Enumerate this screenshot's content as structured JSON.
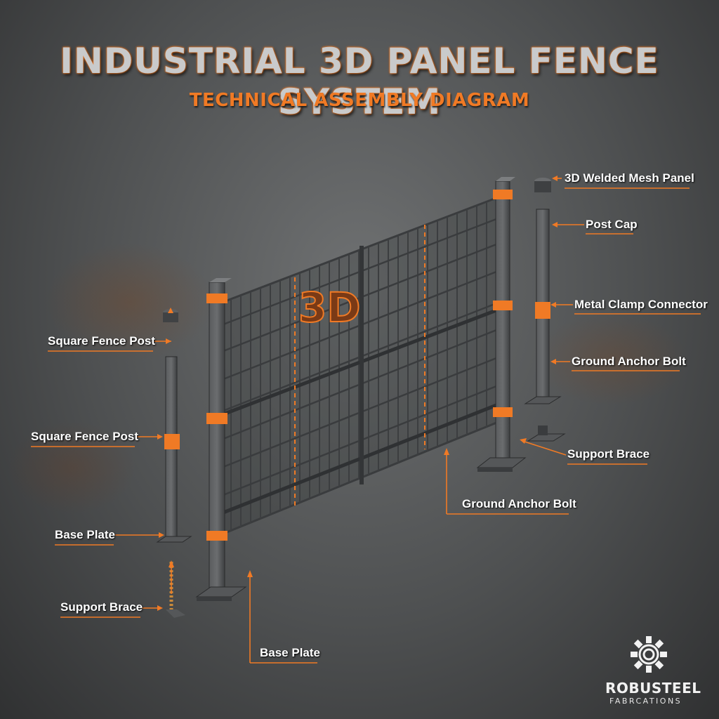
{
  "title": "INDUSTRIAL 3D PANEL FENCE SYSTEM",
  "subtitle": "TECHNICAL ASSEMBLY DIAGRAM",
  "panel_mark": "3D",
  "labels": {
    "square_fence_post_top": "Square Fence Post",
    "square_fence_post_mid": "Square Fence Post",
    "base_plate_left": "Base Plate",
    "support_brace_left": "Support Brace",
    "base_plate_bottom": "Base Plate",
    "welded_mesh_panel": "3D Welded Mesh Panel",
    "post_cap": "Post Cap",
    "metal_clamp_connector": "Metal Clamp Connector",
    "ground_anchor_bolt_right": "Ground Anchor Bolt",
    "support_brace_right": "Support Brace",
    "ground_anchor_bolt_bottom": "Ground Anchor Bolt"
  },
  "brand": {
    "name": "ROBUSTEEL",
    "tagline": "FABRCATIONS",
    "logo_icon": "gear-icon"
  },
  "colors": {
    "accent": "#f07a25",
    "steel": "#4a4c4e",
    "label_text": "#ffffff"
  }
}
